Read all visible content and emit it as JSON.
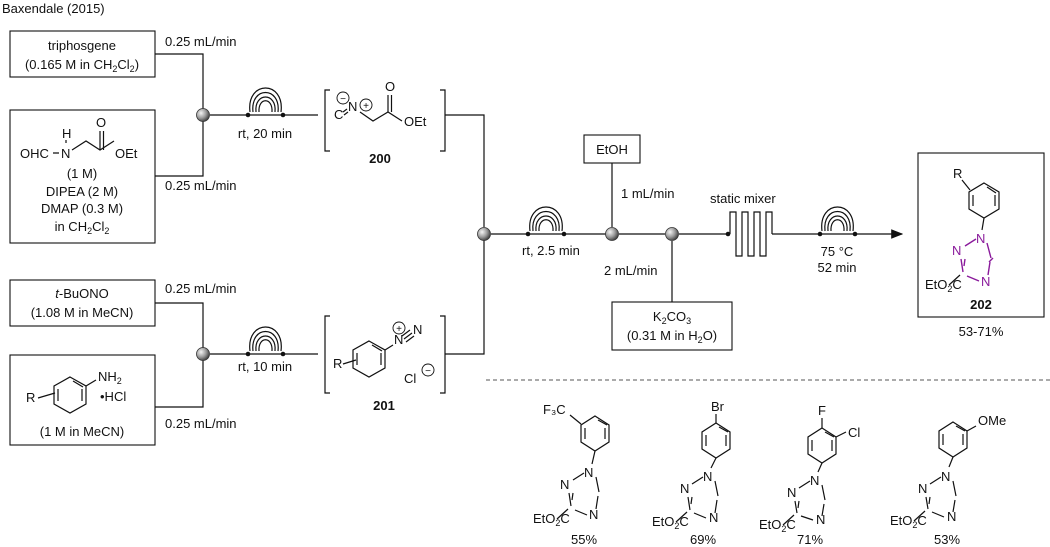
{
  "citation": "Baxendale (2015)",
  "reagents": {
    "triphosgene": {
      "name": "triphosgene",
      "conc_prefix": "(0.165 M in CH",
      "conc_sub": "2",
      "conc_mid": "Cl",
      "conc_sub2": "2",
      "conc_suffix": ")",
      "flow": "0.25 mL/min"
    },
    "formamide": {
      "conc": "(1 M)",
      "line1": "DIPEA (2 M)",
      "line2": "DMAP (0.3 M)",
      "line3_prefix": "in CH",
      "line3_sub": "2",
      "line3_mid": "Cl",
      "line3_sub2": "2",
      "flow": "0.25 mL/min",
      "atoms": {
        "h": "H",
        "ohc": "OHC",
        "n": "N",
        "o": "O",
        "oet": "OEt"
      }
    },
    "tbuono": {
      "prefix": "t",
      "name": "-BuONO",
      "conc": "(1.08 M in MeCN)",
      "flow": "0.25 mL/min"
    },
    "aniline": {
      "nh2": "NH",
      "nh2_sub": "2",
      "hcl": "•HCl",
      "r": "R",
      "conc": "(1 M in MeCN)",
      "flow": "0.25 mL/min"
    },
    "ethanol": {
      "name": "EtOH",
      "flow": "1 mL/min"
    },
    "base": {
      "name_prefix": "K",
      "name_sub": "2",
      "name_mid": "CO",
      "name_sub2": "3",
      "conc_prefix": "(0.31 M in H",
      "conc_sub": "2",
      "conc_suffix": "O)",
      "flow": "2 mL/min"
    }
  },
  "conditions": {
    "coil1": "rt, 20 min",
    "coil2": "rt, 10 min",
    "coil3": "rt, 2.5 min",
    "mixer": "static mixer",
    "coil4_temp": "75 °C",
    "coil4_time": "52 min"
  },
  "intermediates": {
    "isocyanide": {
      "label": "200",
      "atoms": {
        "c": "C",
        "n": "N",
        "o": "O",
        "oet": "OEt",
        "minus": "−",
        "plus": "+"
      }
    },
    "diazonium": {
      "label": "201",
      "atoms": {
        "r": "R",
        "n1": "N",
        "n2": "N",
        "cl": "Cl",
        "minus": "−",
        "plus": "+"
      }
    }
  },
  "product": {
    "label": "202",
    "yield_range": "53-71%",
    "atoms": {
      "r": "R",
      "n1": "N",
      "n2": "N",
      "n4": "N",
      "ester": "EtO",
      "ester_sub": "2",
      "ester_c": "C"
    }
  },
  "examples": [
    {
      "substituent": "F₃C",
      "yield": "55%"
    },
    {
      "substituent": "Br",
      "yield": "69%"
    },
    {
      "substituent_f": "F",
      "substituent_cl": "Cl",
      "yield": "71%"
    },
    {
      "substituent": "OMe",
      "yield": "53%"
    }
  ],
  "example_atoms": {
    "n": "N",
    "ester": "EtO",
    "ester_sub": "2",
    "ester_c": "C"
  }
}
